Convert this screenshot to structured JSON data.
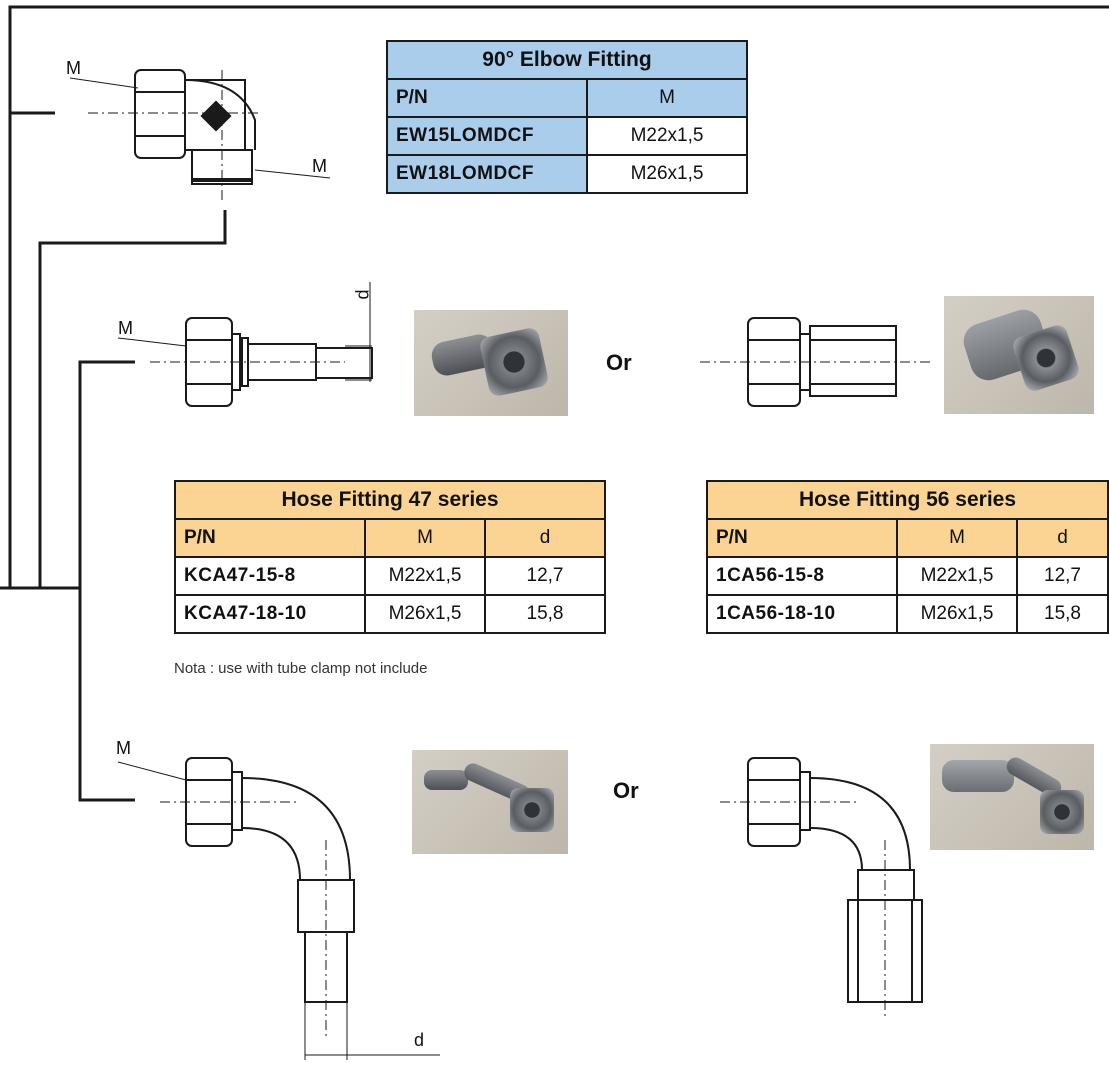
{
  "elbow_fitting": {
    "title": "90° Elbow Fitting",
    "headers": [
      "P/N",
      "M"
    ],
    "rows": [
      [
        "EW15LOMDCF",
        "M22x1,5"
      ],
      [
        "EW18LOMDCF",
        "M26x1,5"
      ]
    ]
  },
  "hose_47": {
    "title": "Hose Fitting 47 series",
    "headers": [
      "P/N",
      "M",
      "d"
    ],
    "rows": [
      [
        "KCA47-15-8",
        "M22x1,5",
        "12,7"
      ],
      [
        "KCA47-18-10",
        "M26x1,5",
        "15,8"
      ]
    ],
    "note": "Nota : use with tube clamp not include"
  },
  "hose_56": {
    "title": "Hose Fitting 56 series",
    "headers": [
      "P/N",
      "M",
      "d"
    ],
    "rows": [
      [
        "1CA56-15-8",
        "M22x1,5",
        "12,7"
      ],
      [
        "1CA56-18-10",
        "M26x1,5",
        "15,8"
      ]
    ]
  },
  "labels": {
    "or": "Or",
    "m": "M",
    "d": "d"
  },
  "colors": {
    "blue_header": "#a9cdea",
    "orange_header": "#fbd494",
    "photo_bg": "#c9c3b9"
  }
}
